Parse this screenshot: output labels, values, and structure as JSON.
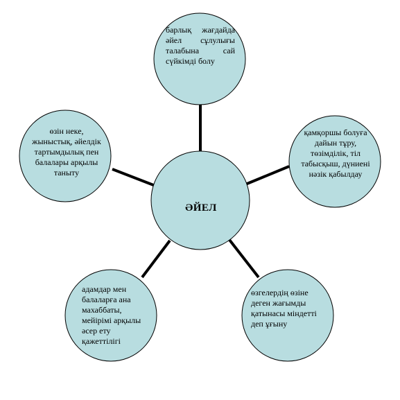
{
  "center": {
    "label": "ӘЙЕЛ"
  },
  "nodes": {
    "top": "барлық жағдайда әйел сұлулығы талабына сай сүйкімді болу",
    "right": "қамқоршы болуға дайын тұру, төзімділік, тіл табысқыш, дүниені нәзік қабылдау",
    "bottom_right": "өзгелердің өзіне деген жағымды қатынасы міндетті деп ұғыну",
    "bottom_left": "адамдар мен балаларға ана махаббаты, мейірімі арқылы әсер ету қажеттілігі",
    "left": "өзін неке, жыныстық, әйелдік тартымдылық пен балалары арқылы таныту"
  },
  "colors": {
    "circle_fill": "#b8dde0",
    "circle_stroke": "#000000",
    "connector": "#000000"
  }
}
